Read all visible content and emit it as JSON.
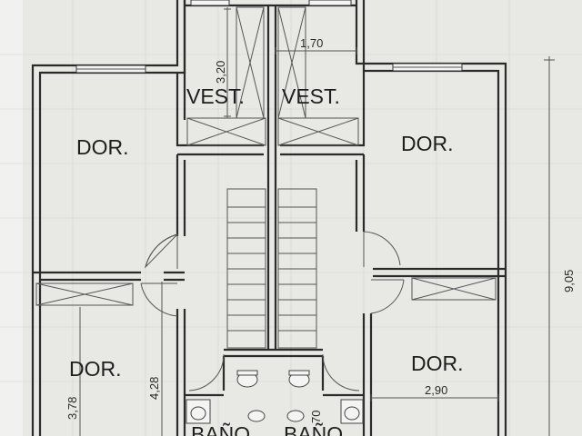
{
  "plan": {
    "rooms": {
      "vest_left": "VEST.",
      "vest_right": "VEST.",
      "dor_top_left": "DOR.",
      "dor_top_right": "DOR.",
      "dor_bottom_left": "DOR.",
      "dor_bottom_right": "DOR.",
      "bano_left": "BAÑO",
      "bano_right": "BAÑO"
    },
    "dimensions": {
      "vest_width": "1,70",
      "vest_height": "3,20",
      "overall_height": "9,05",
      "dor_left_height": "3,78",
      "hall_height": "4,28",
      "dor_right_width": "2,90",
      "bano_width": "70"
    }
  }
}
